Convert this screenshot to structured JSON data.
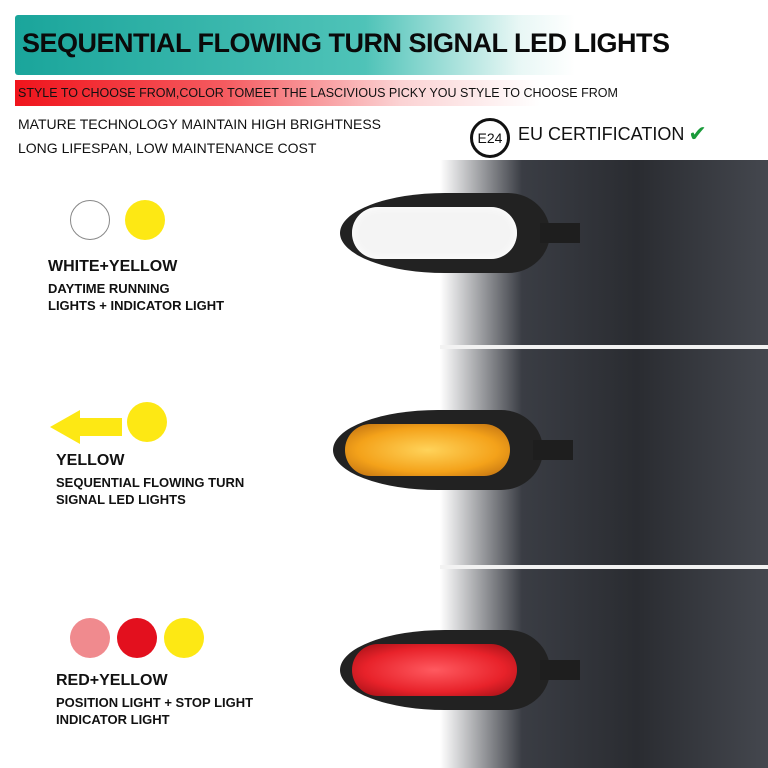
{
  "header": {
    "title": "SEQUENTIAL FLOWING TURN SIGNAL LED LIGHTS",
    "subtitle": "STYLE TO CHOOSE FROM,COLOR TOMEET THE LASCIVIOUS PICKY YOU STYLE TO CHOOSE FROM"
  },
  "features": [
    "MATURE TECHNOLOGY MAINTAIN HIGH BRIGHTNESS",
    "LONG LIFESPAN, LOW MAINTENANCE COST"
  ],
  "certification": {
    "badge": "E24",
    "label": "EU CERTIFICATION",
    "check": "✔"
  },
  "modes": [
    {
      "title": "WHITE+YELLOW",
      "desc1": "DAYTIME RUNNING",
      "desc2": "LIGHTS + INDICATOR LIGHT",
      "colors": [
        "#ffffff",
        "#fde814"
      ],
      "lens": "#f4f4f4"
    },
    {
      "title": "YELLOW",
      "desc1": "SEQUENTIAL FLOWING TURN",
      "desc2": "SIGNAL LED LIGHTS",
      "colors": [
        "#fde814"
      ],
      "lens": "#f4a21a"
    },
    {
      "title": "RED+YELLOW",
      "desc1": "POSITION LIGHT + STOP LIGHT",
      "desc2": "INDICATOR LIGHT",
      "colors": [
        "#f08a8e",
        "#e3101e",
        "#fde814"
      ],
      "lens": "#e8222a"
    }
  ]
}
